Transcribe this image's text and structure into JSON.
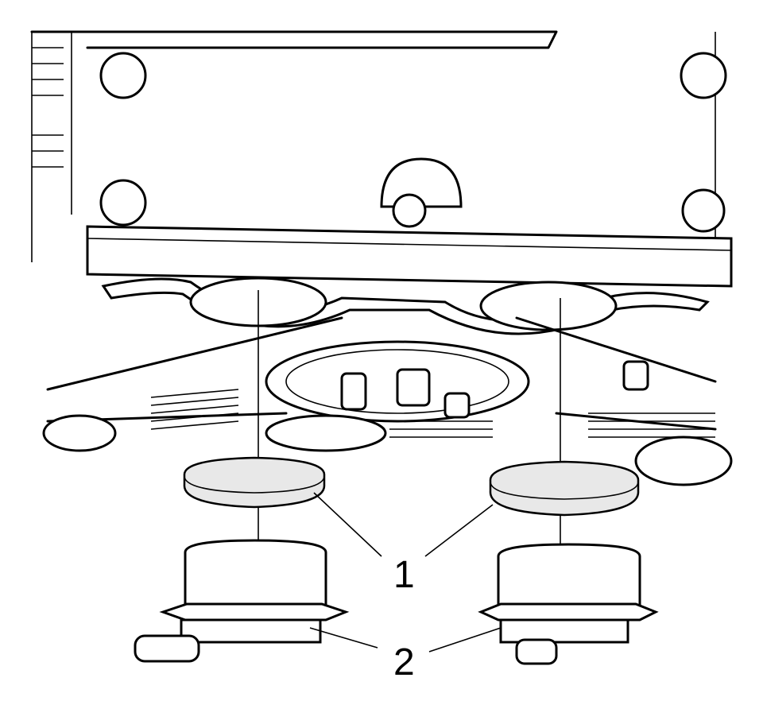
{
  "figure": {
    "callouts": [
      {
        "label": "1",
        "part": "seal"
      },
      {
        "label": "2",
        "part": "sensor"
      }
    ]
  }
}
